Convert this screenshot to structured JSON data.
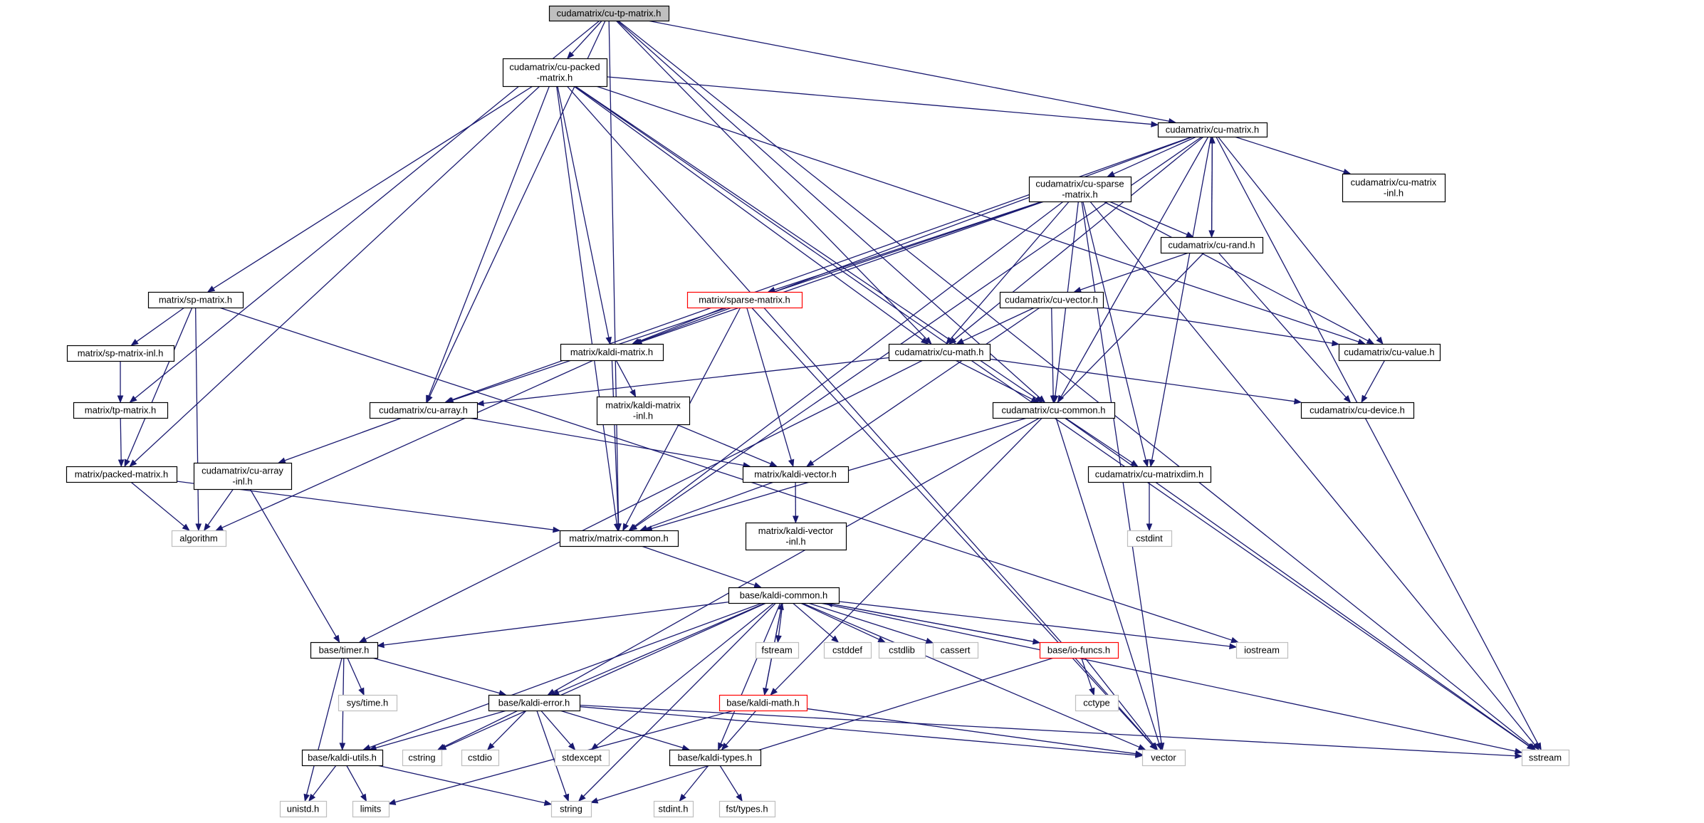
{
  "colors": {
    "edge": "#191970",
    "node_border": "#000000",
    "external_border": "#bfbfbf",
    "red_border": "#ff0000",
    "root_fill": "#bfbfbf",
    "external_text": "#555555"
  },
  "nodes": {
    "cu_tp_matrix": {
      "lines": [
        "cudamatrix/cu-tp-matrix.h"
      ],
      "kind": "root"
    },
    "cu_packed_matrix": {
      "lines": [
        "cudamatrix/cu-packed",
        "-matrix.h"
      ],
      "kind": "normal"
    },
    "cu_matrix": {
      "lines": [
        "cudamatrix/cu-matrix.h"
      ],
      "kind": "normal"
    },
    "cu_sparse_matrix": {
      "lines": [
        "cudamatrix/cu-sparse",
        "-matrix.h"
      ],
      "kind": "normal"
    },
    "cu_matrix_inl": {
      "lines": [
        "cudamatrix/cu-matrix",
        "-inl.h"
      ],
      "kind": "normal"
    },
    "cu_rand": {
      "lines": [
        "cudamatrix/cu-rand.h"
      ],
      "kind": "normal"
    },
    "cu_vector": {
      "lines": [
        "cudamatrix/cu-vector.h"
      ],
      "kind": "normal"
    },
    "sparse_matrix": {
      "lines": [
        "matrix/sparse-matrix.h"
      ],
      "kind": "red"
    },
    "sp_matrix": {
      "lines": [
        "matrix/sp-matrix.h"
      ],
      "kind": "normal"
    },
    "sp_matrix_inl": {
      "lines": [
        "matrix/sp-matrix-inl.h"
      ],
      "kind": "normal"
    },
    "kaldi_matrix": {
      "lines": [
        "matrix/kaldi-matrix.h"
      ],
      "kind": "normal"
    },
    "cu_math": {
      "lines": [
        "cudamatrix/cu-math.h"
      ],
      "kind": "normal"
    },
    "cu_value": {
      "lines": [
        "cudamatrix/cu-value.h"
      ],
      "kind": "normal"
    },
    "tp_matrix": {
      "lines": [
        "matrix/tp-matrix.h"
      ],
      "kind": "normal"
    },
    "cu_array": {
      "lines": [
        "cudamatrix/cu-array.h"
      ],
      "kind": "normal"
    },
    "kaldi_matrix_inl": {
      "lines": [
        "matrix/kaldi-matrix",
        "-inl.h"
      ],
      "kind": "normal"
    },
    "cu_common": {
      "lines": [
        "cudamatrix/cu-common.h"
      ],
      "kind": "normal"
    },
    "cu_device": {
      "lines": [
        "cudamatrix/cu-device.h"
      ],
      "kind": "normal"
    },
    "packed_matrix": {
      "lines": [
        "matrix/packed-matrix.h"
      ],
      "kind": "normal"
    },
    "cu_array_inl": {
      "lines": [
        "cudamatrix/cu-array",
        "-inl.h"
      ],
      "kind": "normal"
    },
    "kaldi_vector": {
      "lines": [
        "matrix/kaldi-vector.h"
      ],
      "kind": "normal"
    },
    "cu_matrixdim": {
      "lines": [
        "cudamatrix/cu-matrixdim.h"
      ],
      "kind": "normal"
    },
    "algorithm": {
      "lines": [
        "algorithm"
      ],
      "kind": "external"
    },
    "matrix_common": {
      "lines": [
        "matrix/matrix-common.h"
      ],
      "kind": "normal"
    },
    "kaldi_vector_inl": {
      "lines": [
        "matrix/kaldi-vector",
        "-inl.h"
      ],
      "kind": "normal"
    },
    "cstdint": {
      "lines": [
        "cstdint"
      ],
      "kind": "external"
    },
    "kaldi_common": {
      "lines": [
        "base/kaldi-common.h"
      ],
      "kind": "normal"
    },
    "timer": {
      "lines": [
        "base/timer.h"
      ],
      "kind": "normal"
    },
    "fstream": {
      "lines": [
        "fstream"
      ],
      "kind": "external"
    },
    "cstddef": {
      "lines": [
        "cstddef"
      ],
      "kind": "external"
    },
    "cstdlib": {
      "lines": [
        "cstdlib"
      ],
      "kind": "external"
    },
    "cassert": {
      "lines": [
        "cassert"
      ],
      "kind": "external"
    },
    "io_funcs": {
      "lines": [
        "base/io-funcs.h"
      ],
      "kind": "red"
    },
    "iostream": {
      "lines": [
        "iostream"
      ],
      "kind": "external"
    },
    "sys_time": {
      "lines": [
        "sys/time.h"
      ],
      "kind": "external"
    },
    "kaldi_error": {
      "lines": [
        "base/kaldi-error.h"
      ],
      "kind": "normal"
    },
    "kaldi_math": {
      "lines": [
        "base/kaldi-math.h"
      ],
      "kind": "red"
    },
    "cctype": {
      "lines": [
        "cctype"
      ],
      "kind": "external"
    },
    "kaldi_utils": {
      "lines": [
        "base/kaldi-utils.h"
      ],
      "kind": "normal"
    },
    "cstring": {
      "lines": [
        "cstring"
      ],
      "kind": "external"
    },
    "cstdio": {
      "lines": [
        "cstdio"
      ],
      "kind": "external"
    },
    "stdexcept": {
      "lines": [
        "stdexcept"
      ],
      "kind": "external"
    },
    "kaldi_types": {
      "lines": [
        "base/kaldi-types.h"
      ],
      "kind": "normal"
    },
    "vector": {
      "lines": [
        "vector"
      ],
      "kind": "external"
    },
    "sstream": {
      "lines": [
        "sstream"
      ],
      "kind": "external"
    },
    "unistd": {
      "lines": [
        "unistd.h"
      ],
      "kind": "external"
    },
    "limits": {
      "lines": [
        "limits"
      ],
      "kind": "external"
    },
    "string": {
      "lines": [
        "string"
      ],
      "kind": "external"
    },
    "stdint": {
      "lines": [
        "stdint.h"
      ],
      "kind": "external"
    },
    "fst_types": {
      "lines": [
        "fst/types.h"
      ],
      "kind": "external"
    }
  },
  "edges": [
    [
      "cu_tp_matrix",
      "cu_packed_matrix"
    ],
    [
      "cu_tp_matrix",
      "cu_matrix"
    ],
    [
      "cu_tp_matrix",
      "tp_matrix"
    ],
    [
      "cu_tp_matrix",
      "cu_array"
    ],
    [
      "cu_tp_matrix",
      "matrix_common"
    ],
    [
      "cu_tp_matrix",
      "cu_math"
    ],
    [
      "cu_tp_matrix",
      "cu_common"
    ],
    [
      "cu_tp_matrix",
      "sstream"
    ],
    [
      "cu_packed_matrix",
      "cu_matrix"
    ],
    [
      "cu_packed_matrix",
      "sp_matrix"
    ],
    [
      "cu_packed_matrix",
      "kaldi_matrix"
    ],
    [
      "cu_packed_matrix",
      "cu_math"
    ],
    [
      "cu_packed_matrix",
      "cu_array"
    ],
    [
      "cu_packed_matrix",
      "packed_matrix"
    ],
    [
      "cu_packed_matrix",
      "matrix_common"
    ],
    [
      "cu_packed_matrix",
      "cu_common"
    ],
    [
      "cu_packed_matrix",
      "cu_value"
    ],
    [
      "cu_packed_matrix",
      "vector"
    ],
    [
      "cu_packed_matrix",
      "sstream"
    ],
    [
      "cu_matrix",
      "cu_sparse_matrix"
    ],
    [
      "cu_matrix",
      "cu_matrix_inl"
    ],
    [
      "cu_matrix",
      "cu_rand"
    ],
    [
      "cu_matrix",
      "cu_math"
    ],
    [
      "cu_matrix",
      "cu_value"
    ],
    [
      "cu_matrix",
      "cu_common"
    ],
    [
      "cu_matrix",
      "cu_array"
    ],
    [
      "cu_matrix",
      "kaldi_matrix"
    ],
    [
      "cu_matrix",
      "matrix_common"
    ],
    [
      "cu_matrix",
      "cu_matrixdim"
    ],
    [
      "cu_matrix",
      "sstream"
    ],
    [
      "cu_sparse_matrix",
      "cu_rand"
    ],
    [
      "cu_sparse_matrix",
      "sparse_matrix"
    ],
    [
      "cu_sparse_matrix",
      "kaldi_matrix"
    ],
    [
      "cu_sparse_matrix",
      "cu_math"
    ],
    [
      "cu_sparse_matrix",
      "cu_value"
    ],
    [
      "cu_sparse_matrix",
      "cu_array"
    ],
    [
      "cu_sparse_matrix",
      "matrix_common"
    ],
    [
      "cu_sparse_matrix",
      "cu_common"
    ],
    [
      "cu_sparse_matrix",
      "cu_matrixdim"
    ],
    [
      "cu_sparse_matrix",
      "vector"
    ],
    [
      "cu_sparse_matrix",
      "sstream"
    ],
    [
      "cu_rand",
      "cu_matrix"
    ],
    [
      "cu_rand",
      "cu_vector"
    ],
    [
      "cu_rand",
      "cu_device"
    ],
    [
      "cu_rand",
      "kaldi_math"
    ],
    [
      "cu_vector",
      "cu_math"
    ],
    [
      "cu_vector",
      "cu_common"
    ],
    [
      "cu_vector",
      "cu_value"
    ],
    [
      "cu_vector",
      "kaldi_vector"
    ],
    [
      "sparse_matrix",
      "kaldi_matrix"
    ],
    [
      "sparse_matrix",
      "kaldi_vector"
    ],
    [
      "sparse_matrix",
      "matrix_common"
    ],
    [
      "sparse_matrix",
      "vector"
    ],
    [
      "sp_matrix",
      "sp_matrix_inl"
    ],
    [
      "sp_matrix",
      "packed_matrix"
    ],
    [
      "sp_matrix",
      "algorithm"
    ],
    [
      "sp_matrix",
      "iostream"
    ],
    [
      "sp_matrix_inl",
      "tp_matrix"
    ],
    [
      "tp_matrix",
      "packed_matrix"
    ],
    [
      "kaldi_matrix",
      "kaldi_matrix_inl"
    ],
    [
      "kaldi_matrix",
      "matrix_common"
    ],
    [
      "kaldi_matrix",
      "algorithm"
    ],
    [
      "kaldi_matrix_inl",
      "kaldi_vector"
    ],
    [
      "cu_math",
      "cu_array"
    ],
    [
      "cu_math",
      "cu_common"
    ],
    [
      "cu_math",
      "cu_device"
    ],
    [
      "cu_math",
      "timer"
    ],
    [
      "cu_value",
      "cu_device"
    ],
    [
      "cu_array",
      "cu_array_inl"
    ],
    [
      "cu_array",
      "kaldi_vector"
    ],
    [
      "cu_array_inl",
      "algorithm"
    ],
    [
      "cu_array_inl",
      "timer"
    ],
    [
      "cu_common",
      "cu_matrixdim"
    ],
    [
      "cu_common",
      "matrix_common"
    ],
    [
      "cu_common",
      "kaldi_error"
    ],
    [
      "cu_common",
      "vector"
    ],
    [
      "cu_common",
      "sstream"
    ],
    [
      "cu_matrixdim",
      "cstdint"
    ],
    [
      "packed_matrix",
      "matrix_common"
    ],
    [
      "packed_matrix",
      "algorithm"
    ],
    [
      "kaldi_vector",
      "matrix_common"
    ],
    [
      "kaldi_vector",
      "kaldi_vector_inl"
    ],
    [
      "matrix_common",
      "kaldi_common"
    ],
    [
      "kaldi_common",
      "timer"
    ],
    [
      "kaldi_common",
      "fstream"
    ],
    [
      "kaldi_common",
      "cstddef"
    ],
    [
      "kaldi_common",
      "cstdlib"
    ],
    [
      "kaldi_common",
      "cassert"
    ],
    [
      "kaldi_common",
      "io_funcs"
    ],
    [
      "kaldi_common",
      "iostream"
    ],
    [
      "kaldi_common",
      "kaldi_error"
    ],
    [
      "kaldi_common",
      "kaldi_math"
    ],
    [
      "kaldi_common",
      "kaldi_utils"
    ],
    [
      "kaldi_common",
      "kaldi_types"
    ],
    [
      "kaldi_common",
      "cstring"
    ],
    [
      "kaldi_common",
      "stdexcept"
    ],
    [
      "kaldi_common",
      "string"
    ],
    [
      "kaldi_common",
      "vector"
    ],
    [
      "kaldi_common",
      "sstream"
    ],
    [
      "io_funcs",
      "kaldi_common"
    ],
    [
      "io_funcs",
      "cctype"
    ],
    [
      "io_funcs",
      "vector"
    ],
    [
      "io_funcs",
      "string"
    ],
    [
      "kaldi_math",
      "kaldi_common"
    ],
    [
      "kaldi_math",
      "kaldi_types"
    ],
    [
      "kaldi_math",
      "limits"
    ],
    [
      "kaldi_math",
      "vector"
    ],
    [
      "timer",
      "sys_time"
    ],
    [
      "timer",
      "kaldi_error"
    ],
    [
      "timer",
      "kaldi_utils"
    ],
    [
      "timer",
      "unistd"
    ],
    [
      "kaldi_error",
      "kaldi_utils"
    ],
    [
      "kaldi_error",
      "cstring"
    ],
    [
      "kaldi_error",
      "cstdio"
    ],
    [
      "kaldi_error",
      "stdexcept"
    ],
    [
      "kaldi_error",
      "kaldi_types"
    ],
    [
      "kaldi_error",
      "string"
    ],
    [
      "kaldi_error",
      "vector"
    ],
    [
      "kaldi_error",
      "sstream"
    ],
    [
      "kaldi_utils",
      "unistd"
    ],
    [
      "kaldi_utils",
      "limits"
    ],
    [
      "kaldi_utils",
      "string"
    ],
    [
      "kaldi_types",
      "stdint"
    ],
    [
      "kaldi_types",
      "fst_types"
    ]
  ]
}
